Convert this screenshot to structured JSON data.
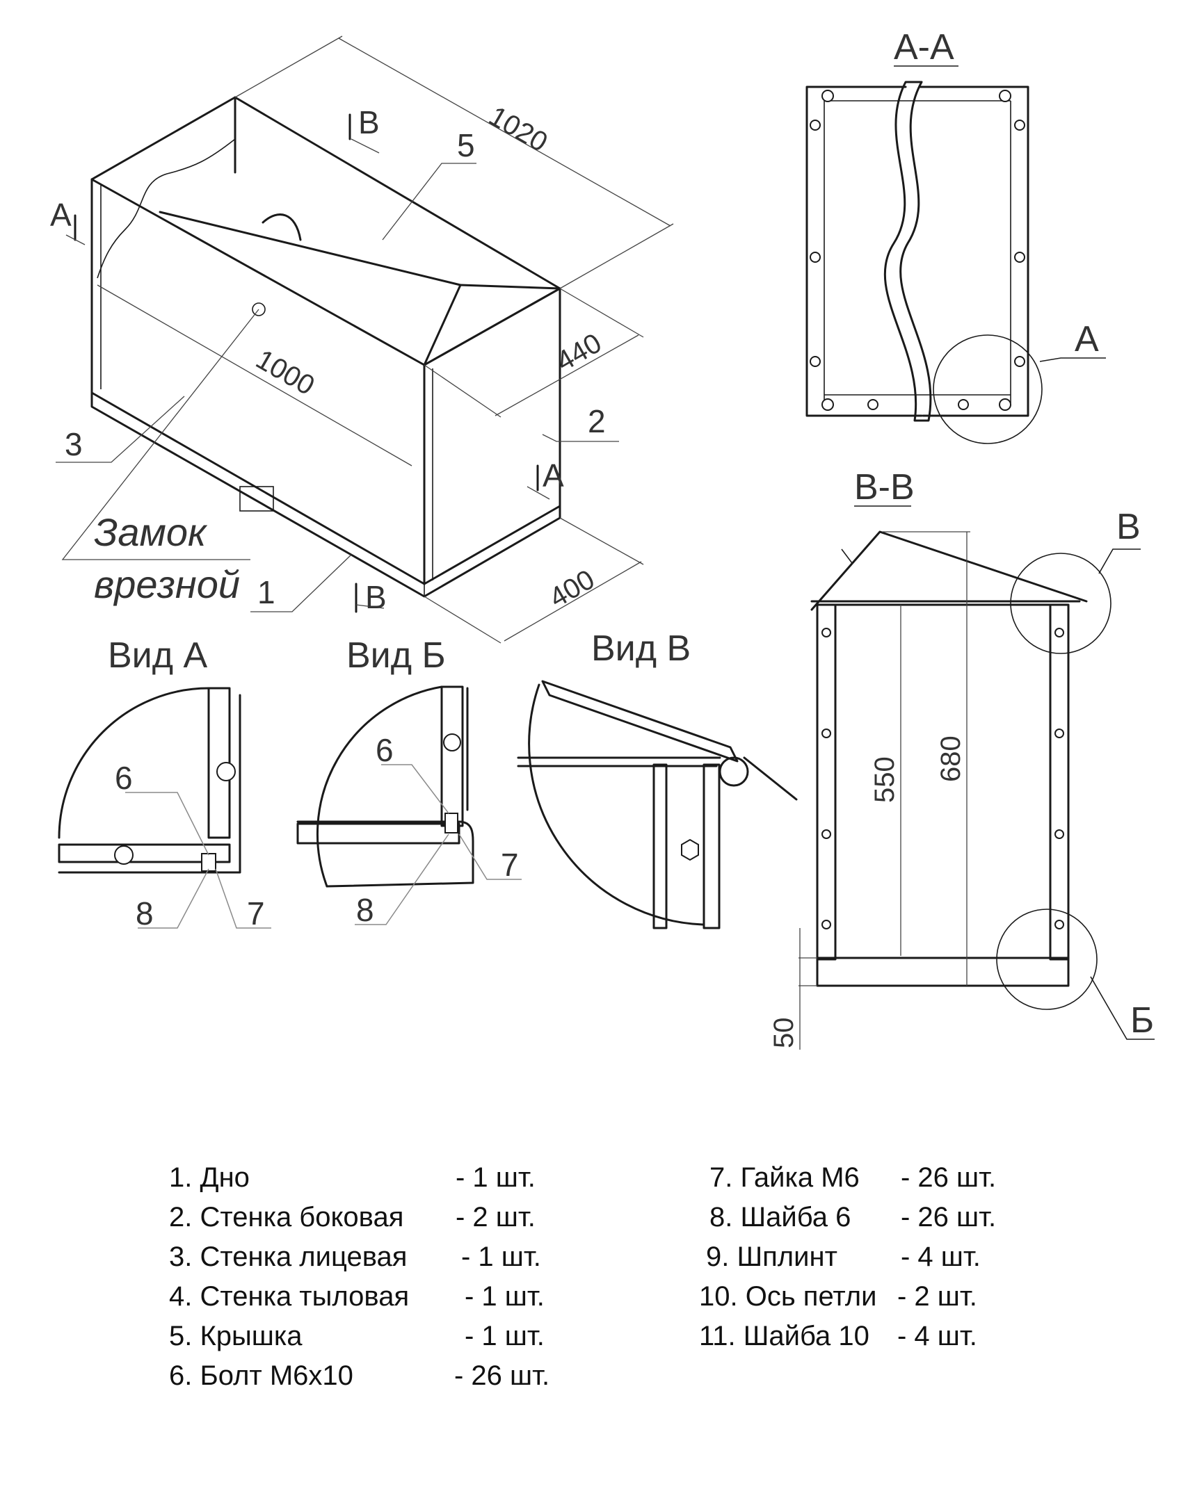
{
  "iso": {
    "dim_length_top": "1020",
    "dim_length_front": "1000",
    "dim_height": "440",
    "dim_depth": "400",
    "callout_1": "1",
    "callout_2": "2",
    "callout_3": "3",
    "callout_5": "5",
    "section_a_top": "A",
    "section_a_bottom": "A",
    "section_b_top": "B",
    "section_b_bottom": "B",
    "lock_note_line1": "Замок",
    "lock_note_line2": "врезной"
  },
  "section_aa": {
    "title": "A-A",
    "detail_label": "A"
  },
  "section_bb": {
    "title": "B-B",
    "dim_inner": "550",
    "dim_outer": "680",
    "dim_base": "50",
    "detail_top": "B",
    "detail_bottom": "Б"
  },
  "view_a": {
    "title": "Вид А",
    "callout_6": "6",
    "callout_7": "7",
    "callout_8": "8"
  },
  "view_b": {
    "title": "Вид Б",
    "callout_6": "6",
    "callout_7": "7",
    "callout_8": "8"
  },
  "view_v": {
    "title": "Вид В"
  },
  "parts_left": [
    {
      "name": "1. Дно",
      "qty": "- 1 шт."
    },
    {
      "name": "2. Стенка боковая",
      "qty": "- 2 шт."
    },
    {
      "name": "3. Стенка лицевая",
      "qty": "- 1 шт."
    },
    {
      "name": "4. Стенка тыловая",
      "qty": "- 1 шт."
    },
    {
      "name": "5. Крышка",
      "qty": "- 1 шт."
    },
    {
      "name": "6. Болт М6х10",
      "qty": "-  26 шт."
    }
  ],
  "parts_right": [
    {
      "name": "7. Гайка М6",
      "qty": "-  26 шт."
    },
    {
      "name": "8. Шайба 6",
      "qty": "-  26 шт."
    },
    {
      "name": "9. Шплинт",
      "qty": "-    4 шт."
    },
    {
      "name": "10. Ось петли",
      "qty": "-    2 шт."
    },
    {
      "name": "11. Шайба 10",
      "qty": "-    4 шт."
    }
  ]
}
